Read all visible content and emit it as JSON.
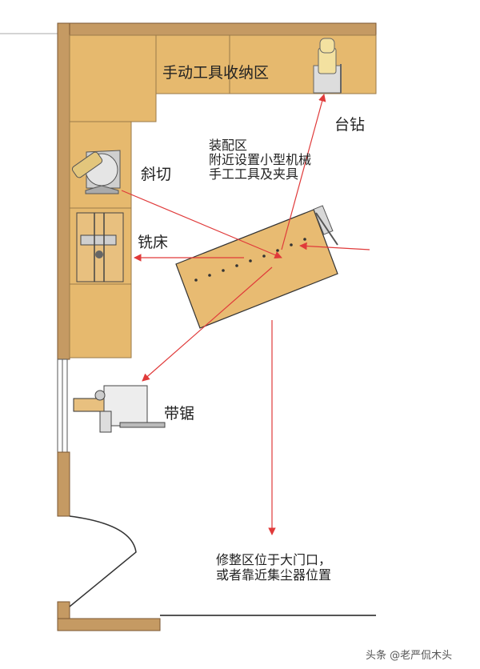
{
  "labels": {
    "hand_tool_storage": "手动工具收纳区",
    "drill_press": "台钻",
    "assembly_line1": "装配区",
    "assembly_line2": "附近设置小型机械",
    "assembly_line3": "手工工具及夹具",
    "miter_saw": "斜切",
    "router_table": "铣床",
    "band_saw": "带锯",
    "finishing_line1": "修整区位于大门口，",
    "finishing_line2": "或者靠近集尘器位置"
  },
  "watermark": "头条 @老严侃木头",
  "colors": {
    "cabinet": "#e6b96e",
    "cabinet_stroke": "#9a7a4a",
    "wall": "#c59a63",
    "wall_stroke": "#7a5630",
    "arrow": "#e03a3a",
    "table": "#e8bb72",
    "table_stroke": "#333333",
    "machine": "#b8b8b8"
  },
  "icons": [
    "drill-press-icon",
    "miter-saw-icon",
    "router-table-icon",
    "band-saw-icon",
    "assembly-table-icon"
  ]
}
